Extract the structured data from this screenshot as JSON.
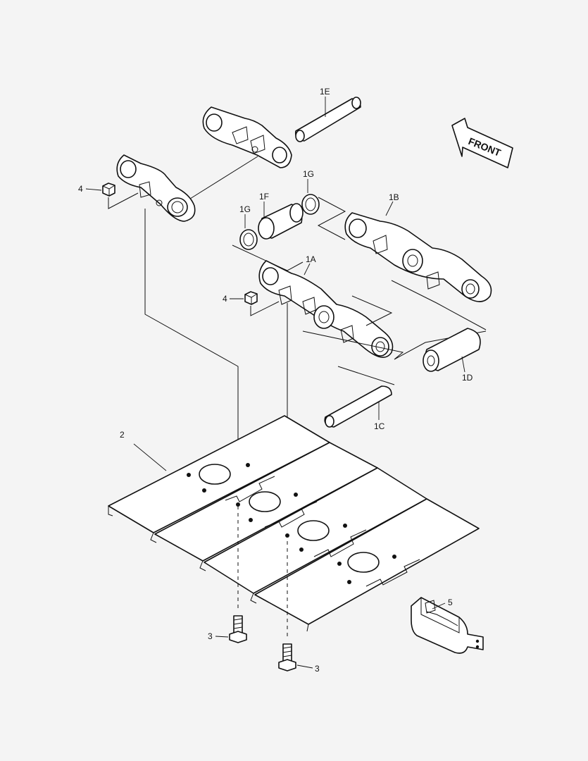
{
  "labels": {
    "p1E": "1E",
    "p1G_top": "1G",
    "p1F": "1F",
    "p1G_left": "1G",
    "p1B": "1B",
    "p1A": "1A",
    "p1D": "1D",
    "p1C": "1C",
    "p2": "2",
    "p3_left": "3",
    "p3_right": "3",
    "p4_upper": "4",
    "p4_lower": "4",
    "p5": "5"
  },
  "front_arrow": {
    "text": "FRONT"
  },
  "colors": {
    "background": "#f4f4f4",
    "line": "#111111",
    "fill": "#ffffff"
  }
}
